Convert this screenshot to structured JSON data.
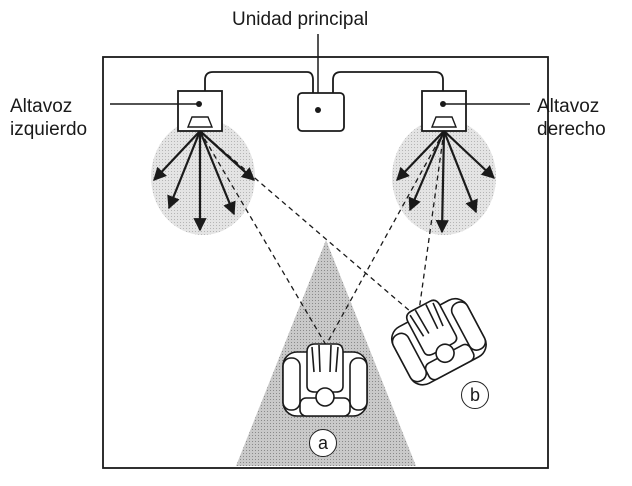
{
  "labels": {
    "main_unit": "Unidad principal",
    "left_speaker": [
      "Altavoz",
      "izquierdo"
    ],
    "right_speaker": [
      "Altavoz",
      "derecho"
    ],
    "position_a": "a",
    "position_b": "b"
  },
  "colors": {
    "line": "#1a1a1a",
    "listening_zone": "#9a9a9a",
    "sound_cloud": "#d2d2d2"
  }
}
